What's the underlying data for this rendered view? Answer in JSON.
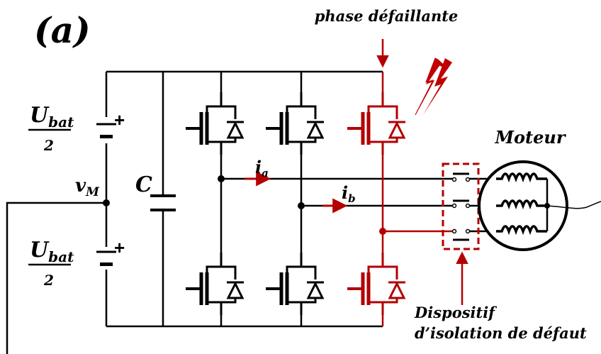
{
  "panel_label": "(a)",
  "faulty_phase_label": "phase défaillante",
  "motor_label": "Moteur",
  "device_label_line1": "Dispositif",
  "device_label_line2": "d’isolation de défaut",
  "battery": {
    "symbol": "U",
    "subscript": "bat",
    "denominator": "2",
    "plus": "+"
  },
  "midpoint": {
    "symbol": "v",
    "subscript": "M"
  },
  "capacitor_label": "C",
  "current_a": {
    "symbol": "i",
    "subscript": "a"
  },
  "current_b": {
    "symbol": "i",
    "subscript": "b"
  },
  "colors": {
    "normal": "#000000",
    "fault": "#b30000"
  }
}
